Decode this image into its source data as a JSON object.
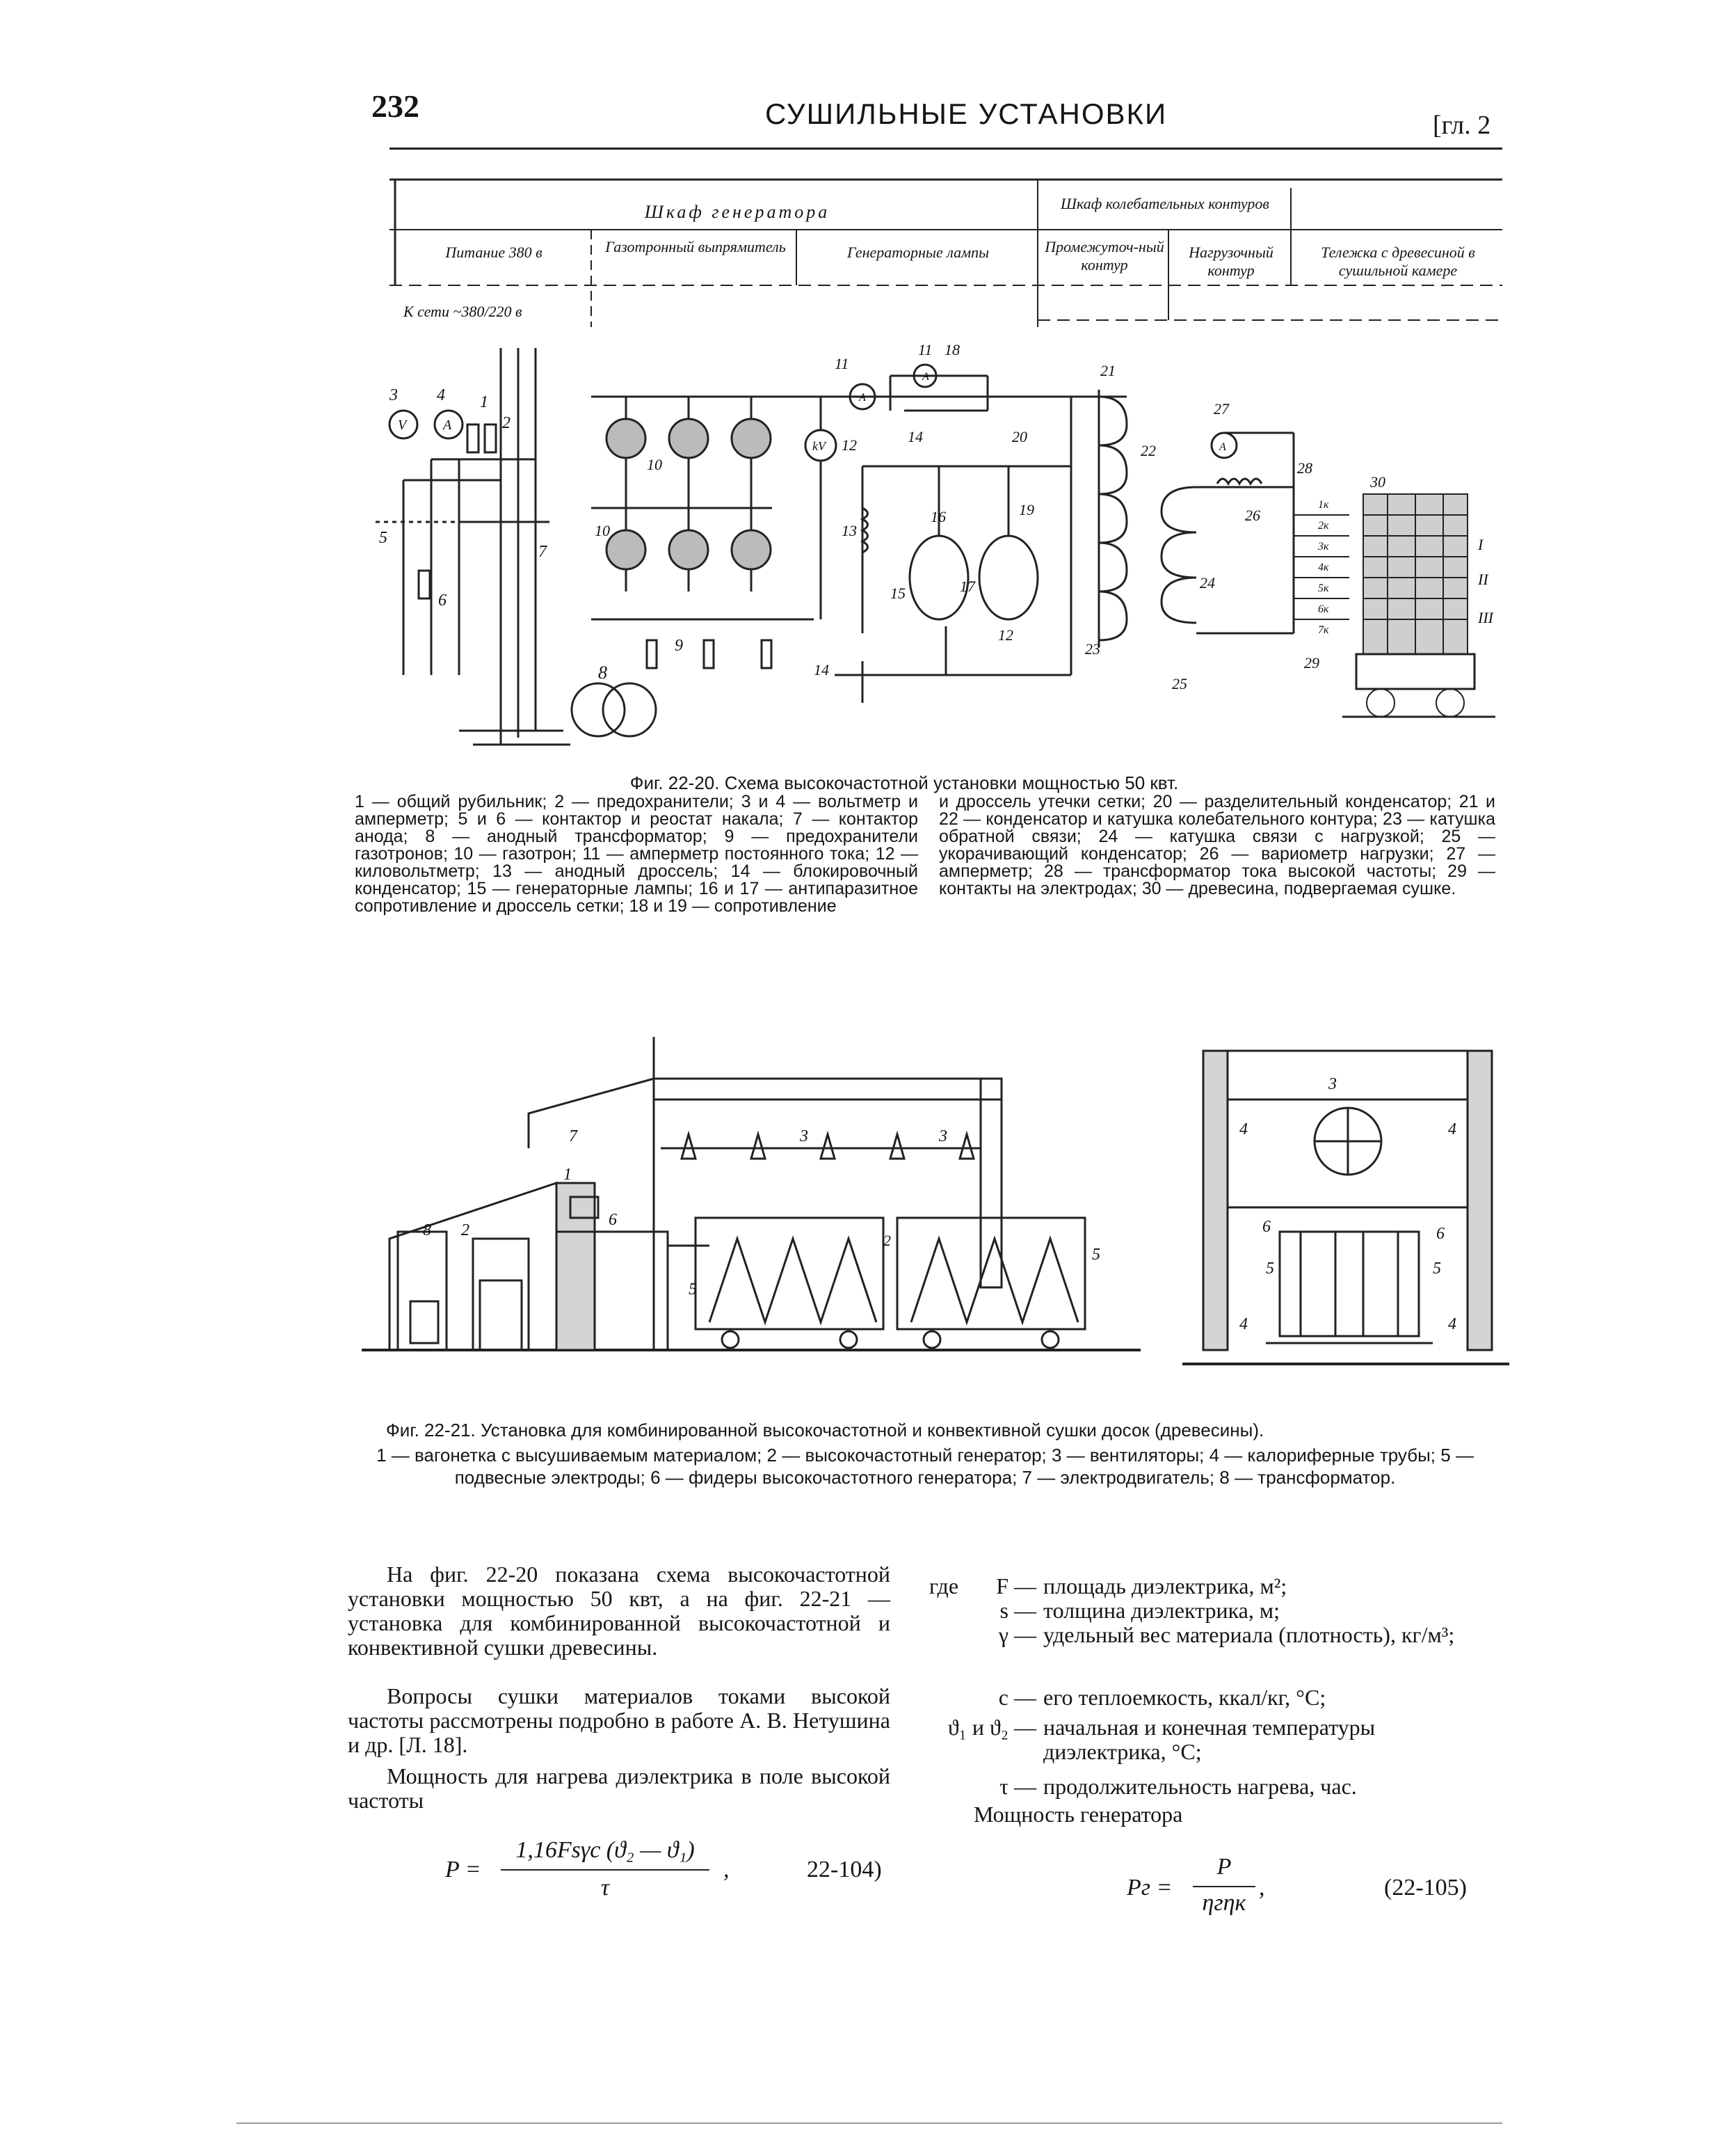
{
  "header": {
    "page_number": "232",
    "running_title": "СУШИЛЬНЫЕ УСТАНОВКИ",
    "chapter_ref": "[гл. 2"
  },
  "fig20": {
    "table": {
      "cabinet_generator": "Шкаф генератора",
      "cabinet_circuits": "Шкаф колебательных контуров",
      "col_power": "Питание 380 в",
      "col_rectifier": "Газотронный выпрямитель",
      "col_lamps": "Генераторные лампы",
      "col_intermediate": "Промежуточ-ный контур",
      "col_load": "Нагрузочный контур",
      "col_cart": "Тележка с древесиной в сушильной камере"
    },
    "network_label": "К сети ~380/220 в",
    "labels": [
      "1",
      "2",
      "3",
      "4",
      "5",
      "6",
      "7",
      "8",
      "9",
      "10",
      "10",
      "11",
      "11",
      "12",
      "12",
      "13",
      "14",
      "14",
      "15",
      "16",
      "17",
      "18",
      "19",
      "20",
      "21",
      "22",
      "23",
      "24",
      "25",
      "26",
      "27",
      "28",
      "29",
      "30"
    ],
    "meter_labels": [
      "V",
      "A",
      "kV",
      "A",
      "A",
      "A"
    ],
    "contact_labels": [
      "1к",
      "2к",
      "3к",
      "4к",
      "5к",
      "6к",
      "7к"
    ],
    "cart_labels": [
      "I",
      "II",
      "III"
    ],
    "caption": "Фиг. 22-20. Схема высокочастотной установки мощностью 50 квт.",
    "legend_left": "1 — общий рубильник; 2 — предохранители; 3 и 4 — вольтметр и амперметр; 5 и 6 — контактор и реостат накала; 7 — контактор анода; 8 — анодный трансформатор; 9 — предохранители газотронов; 10 — газотрон; 11 — амперметр постоянного тока; 12 — киловольтметр; 13 — анодный дроссель; 14 — блокировочный конденсатор; 15 — генераторные лампы; 16 и 17 — антипаразитное сопротивление и дроссель сетки; 18 и 19 — сопротивление",
    "legend_right": "и дроссель утечки сетки; 20 — разделительный конденсатор; 21 и 22 — конденсатор и катушка колебательного контура; 23 — катушка обратной связи; 24 — катушка связи с нагрузкой; 25 — укорачивающий конденсатор; 26 — вариометр нагрузки; 27 — амперметр; 28 — трансформатор тока высокой частоты; 29 — контакты на электродах; 30 — древесина, подвергаемая сушке."
  },
  "fig21": {
    "labels": [
      "1",
      "2",
      "3",
      "3",
      "4",
      "4",
      "4",
      "4",
      "5",
      "5",
      "5",
      "5",
      "6",
      "6",
      "6",
      "7",
      "8",
      "2",
      "3"
    ],
    "caption": "Фиг. 22-21. Установка для комбинированной высокочастотной и конвективной сушки досок (древесины).",
    "legend": "1 — вагонетка с высушиваемым материалом; 2 — высокочастотный генератор; 3 — вентиляторы; 4 — калориферные трубы; 5 — подвесные электроды; 6 — фидеры высокочастотного генератора; 7 — электродвигатель; 8 — трансформатор."
  },
  "body": {
    "para1": "На фиг. 22-20 показана схема высокочастотной установки мощностью 50 квт, а на фиг. 22-21 — установка для комбинированной высокочастотной и конвективной сушки древесины.",
    "para2": "Вопросы сушки материалов токами высокой частоты рассмотрены подробно в работе А. В. Нетушина и др. [Л. 18].",
    "para3": "Мощность для нагрева диэлектрика в поле высокой частоты",
    "eq1_lhs": "P =",
    "eq1_num": "1,16Fsγc (ϑ₂ — ϑ₁)",
    "eq1_den": "τ",
    "eq1_comma": ",",
    "eq1_number": "22-104)",
    "where": "где",
    "defs": [
      {
        "sym": "F —",
        "text": "площадь диэлектрика, м²;"
      },
      {
        "sym": "s —",
        "text": "толщина диэлектрика, м;"
      },
      {
        "sym": "γ —",
        "text": "удельный вес материала (плотность), кг/м³;"
      },
      {
        "sym": "c —",
        "text": "его теплоемкость, ккал/кг, °С;"
      },
      {
        "sym": "ϑ₁ и ϑ₂ —",
        "text": "начальная и конечная температуры диэлектрика, °С;"
      },
      {
        "sym": "τ —",
        "text": "продолжительность нагрева, час."
      }
    ],
    "gen_power": "Мощность генератора",
    "eq2_lhs": "Pг =",
    "eq2_num": "P",
    "eq2_den": "ηгηк",
    "eq2_comma": ",",
    "eq2_number": "(22-105)"
  }
}
